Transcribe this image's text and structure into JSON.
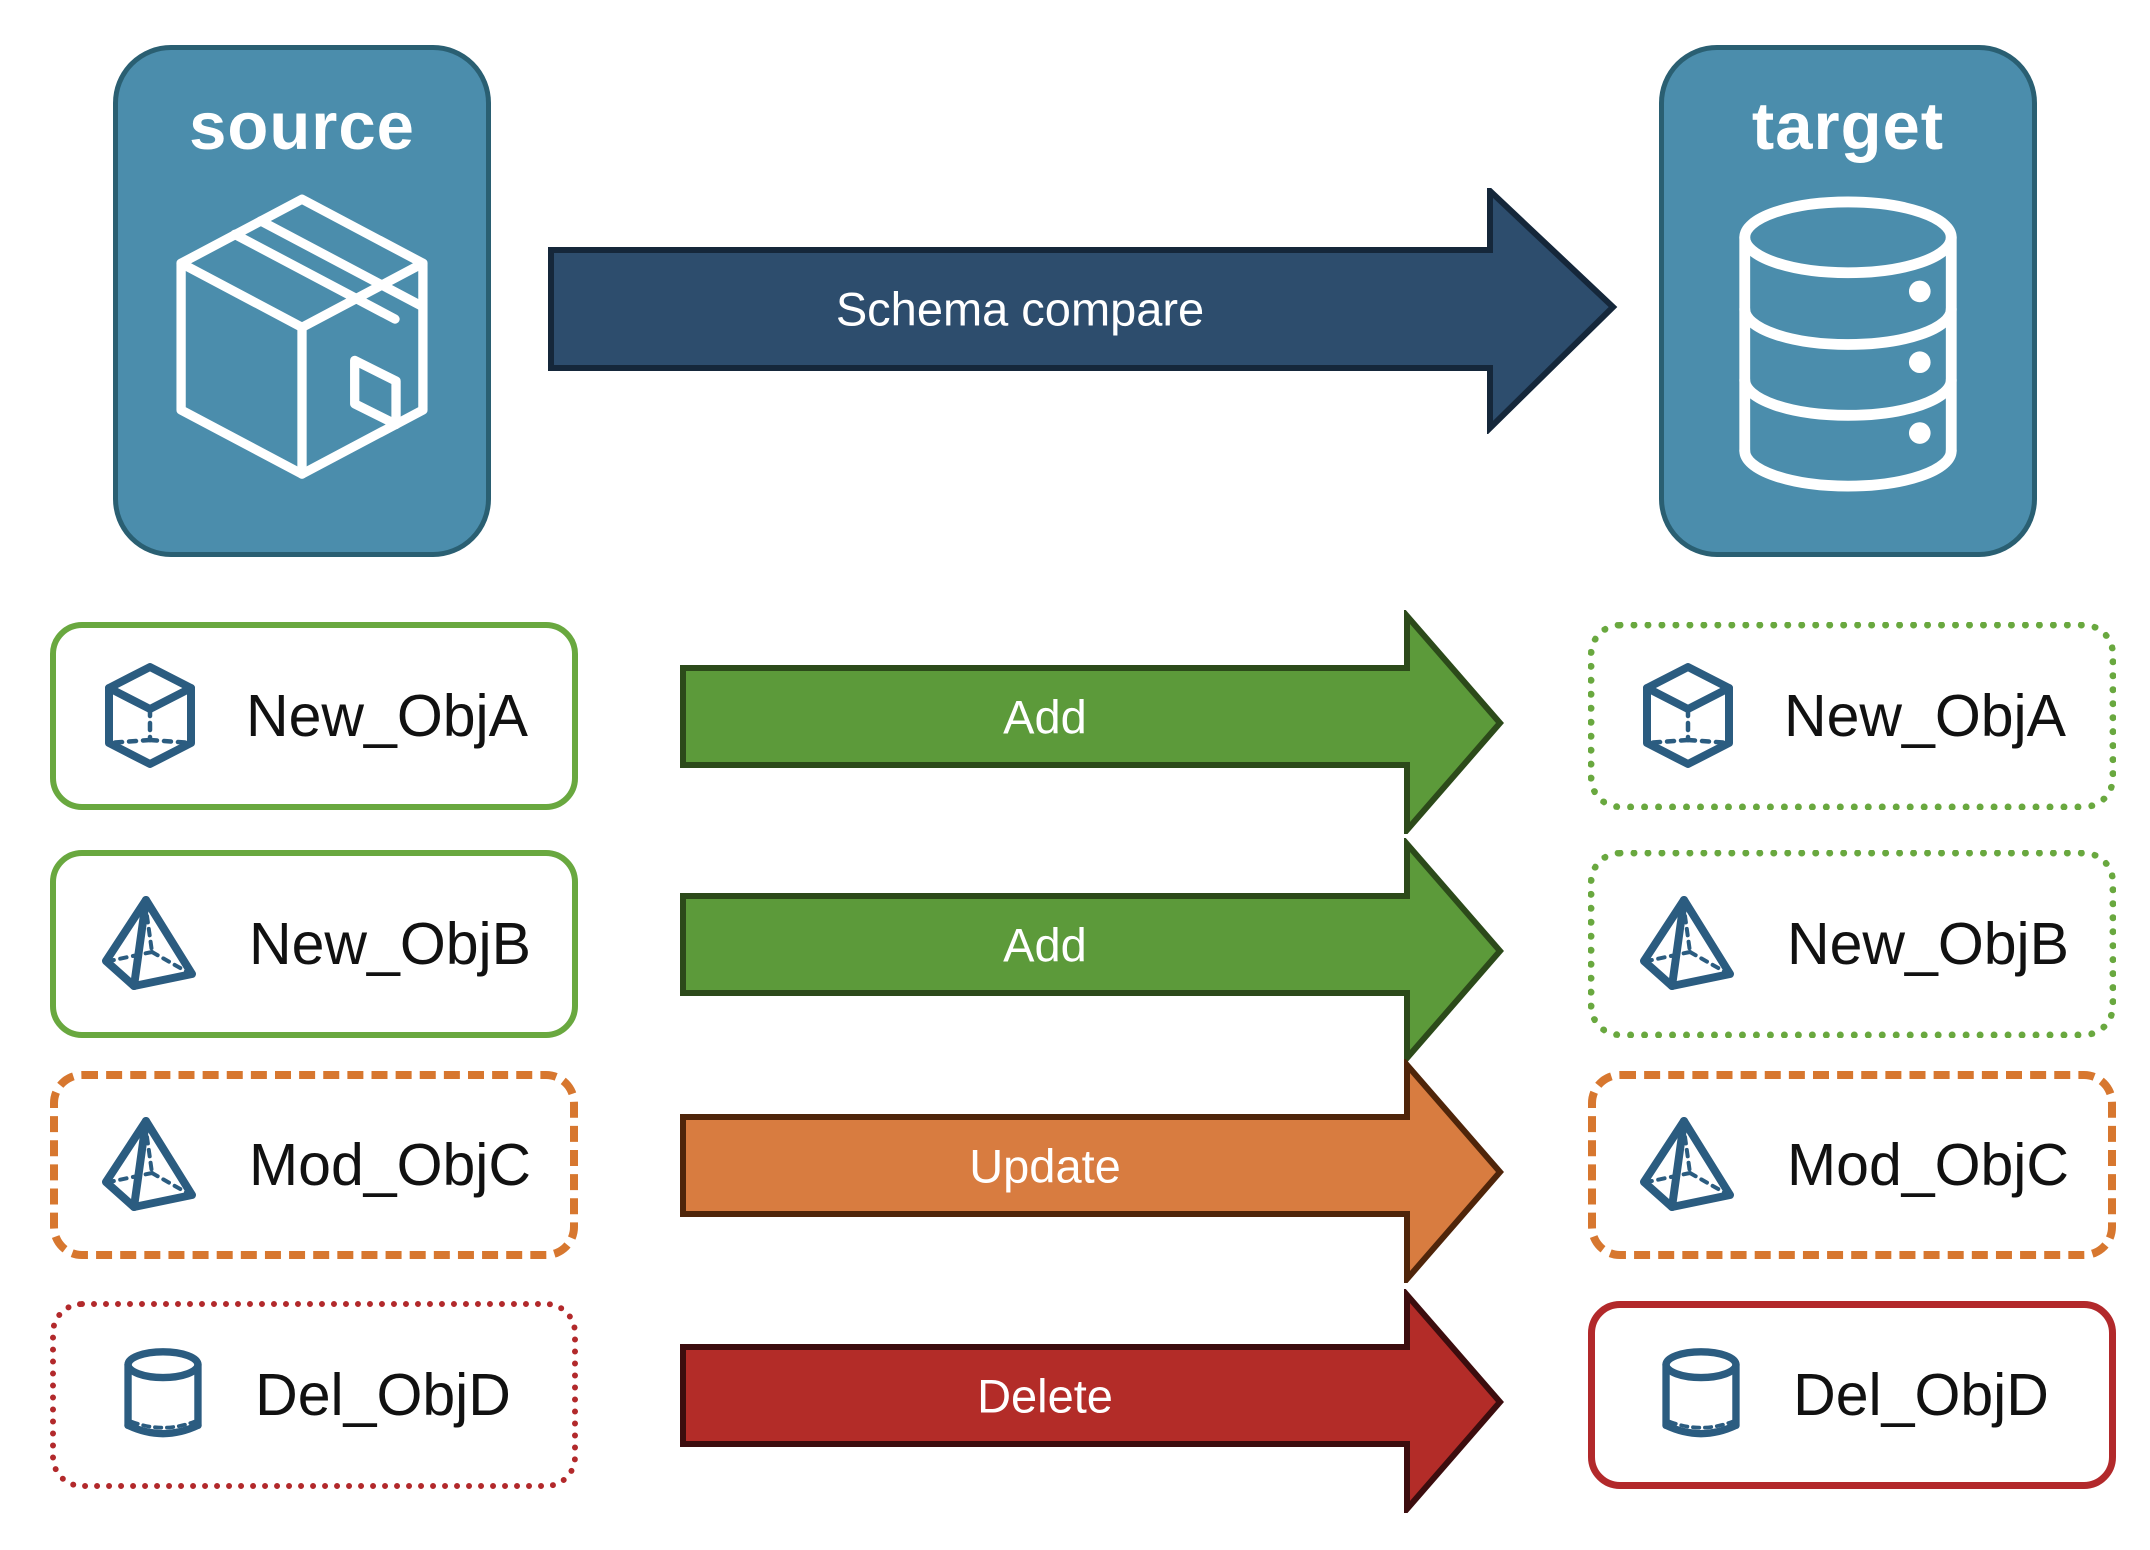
{
  "source_node": {
    "label": "source",
    "icon": "package-box-icon"
  },
  "target_node": {
    "label": "target",
    "icon": "database-icon"
  },
  "compare_arrow": {
    "label": "Schema compare"
  },
  "rows": [
    {
      "name": "New_ObjA",
      "action": "Add",
      "icon": "cube-icon",
      "source_style": "green-solid",
      "target_style": "green-dotted"
    },
    {
      "name": "New_ObjB",
      "action": "Add",
      "icon": "pyramid-icon",
      "source_style": "green-solid",
      "target_style": "green-dotted"
    },
    {
      "name": "Mod_ObjC",
      "action": "Update",
      "icon": "pyramid-icon",
      "source_style": "orange-dashed",
      "target_style": "orange-dashed"
    },
    {
      "name": "Del_ObjD",
      "action": "Delete",
      "icon": "cylinder-icon",
      "source_style": "red-dotted",
      "target_style": "red-solid"
    }
  ],
  "colors": {
    "node_fill": "#4b8dac",
    "node_border": "#2a5f72",
    "compare_arrow_fill": "#2d4d6d",
    "compare_arrow_border": "#15273a",
    "add_arrow_fill": "#5c9a3a",
    "add_arrow_border": "#2c4a1a",
    "update_arrow_fill": "#d87c40",
    "update_arrow_border": "#4f250a",
    "delete_arrow_fill": "#b32c28",
    "delete_arrow_border": "#3c0d0e",
    "green_outline": "#69a83f",
    "orange_outline": "#d7772f",
    "red_outline": "#b2292b",
    "object_icon_stroke": "#2b5c80"
  }
}
